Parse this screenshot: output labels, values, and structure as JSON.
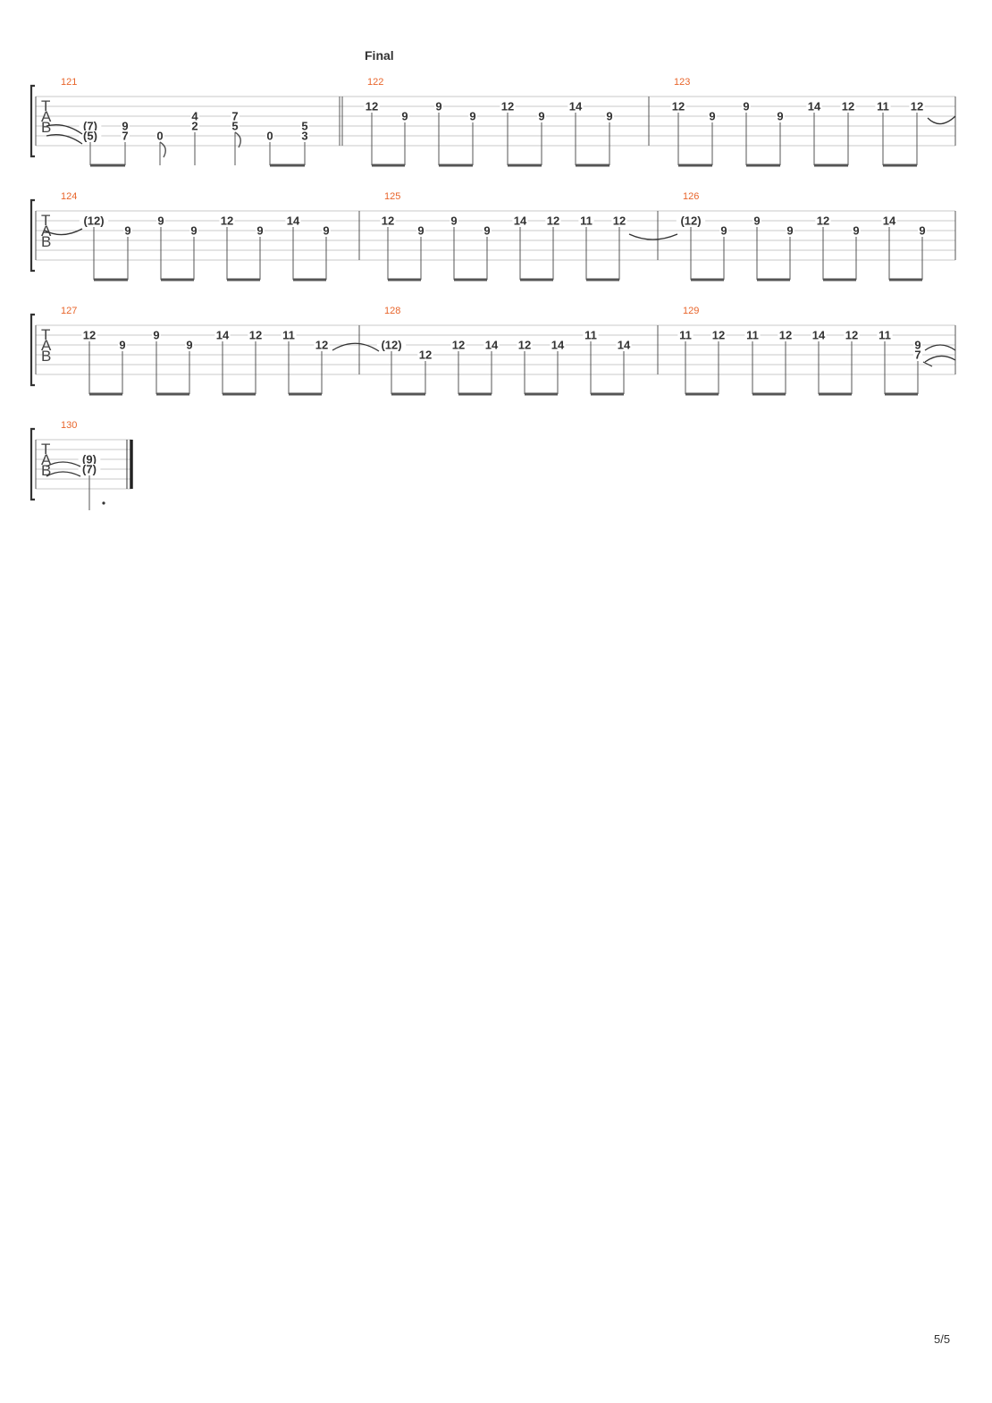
{
  "section_marker": "Final",
  "page_number": "5/5",
  "clef_letters": [
    "T",
    "A",
    "B"
  ],
  "measures": [
    {
      "number": "121",
      "notes": [
        {
          "frets": [
            [
              "(7)",
              3
            ],
            [
              "(5)",
              4
            ]
          ]
        },
        {
          "frets": [
            [
              "9",
              3
            ],
            [
              "7",
              4
            ]
          ]
        },
        {
          "frets": [
            [
              "0",
              4
            ]
          ],
          "flag": true
        },
        {
          "frets": [
            [
              "4",
              2
            ],
            [
              "2",
              3
            ]
          ]
        },
        {
          "frets": [
            [
              "7",
              2
            ],
            [
              "5",
              3
            ]
          ],
          "flag": true
        },
        {
          "frets": [
            [
              "0",
              4
            ]
          ]
        },
        {
          "frets": [
            [
              "5",
              3
            ],
            [
              "3",
              4
            ]
          ]
        }
      ]
    },
    {
      "number": "122",
      "notes": [
        {
          "frets": [
            [
              "12",
              1
            ]
          ]
        },
        {
          "frets": [
            [
              "9",
              2
            ]
          ]
        },
        {
          "frets": [
            [
              "9",
              1
            ]
          ]
        },
        {
          "frets": [
            [
              "9",
              2
            ]
          ]
        },
        {
          "frets": [
            [
              "12",
              1
            ]
          ]
        },
        {
          "frets": [
            [
              "9",
              2
            ]
          ]
        },
        {
          "frets": [
            [
              "14",
              1
            ]
          ]
        },
        {
          "frets": [
            [
              "9",
              2
            ]
          ]
        }
      ]
    },
    {
      "number": "123",
      "notes": [
        {
          "frets": [
            [
              "12",
              1
            ]
          ]
        },
        {
          "frets": [
            [
              "9",
              2
            ]
          ]
        },
        {
          "frets": [
            [
              "9",
              1
            ]
          ]
        },
        {
          "frets": [
            [
              "9",
              2
            ]
          ]
        },
        {
          "frets": [
            [
              "14",
              1
            ]
          ]
        },
        {
          "frets": [
            [
              "12",
              1
            ]
          ]
        },
        {
          "frets": [
            [
              "11",
              1
            ]
          ]
        },
        {
          "frets": [
            [
              "12",
              1
            ]
          ]
        }
      ]
    },
    {
      "number": "124",
      "notes": [
        {
          "frets": [
            [
              "(12)",
              1
            ]
          ]
        },
        {
          "frets": [
            [
              "9",
              2
            ]
          ]
        },
        {
          "frets": [
            [
              "9",
              1
            ]
          ]
        },
        {
          "frets": [
            [
              "9",
              2
            ]
          ]
        },
        {
          "frets": [
            [
              "12",
              1
            ]
          ]
        },
        {
          "frets": [
            [
              "9",
              2
            ]
          ]
        },
        {
          "frets": [
            [
              "14",
              1
            ]
          ]
        },
        {
          "frets": [
            [
              "9",
              2
            ]
          ]
        }
      ]
    },
    {
      "number": "125",
      "notes": [
        {
          "frets": [
            [
              "12",
              1
            ]
          ]
        },
        {
          "frets": [
            [
              "9",
              2
            ]
          ]
        },
        {
          "frets": [
            [
              "9",
              1
            ]
          ]
        },
        {
          "frets": [
            [
              "9",
              2
            ]
          ]
        },
        {
          "frets": [
            [
              "14",
              1
            ]
          ]
        },
        {
          "frets": [
            [
              "12",
              1
            ]
          ]
        },
        {
          "frets": [
            [
              "11",
              1
            ]
          ]
        },
        {
          "frets": [
            [
              "12",
              1
            ]
          ]
        }
      ]
    },
    {
      "number": "126",
      "notes": [
        {
          "frets": [
            [
              "(12)",
              1
            ]
          ]
        },
        {
          "frets": [
            [
              "9",
              2
            ]
          ]
        },
        {
          "frets": [
            [
              "9",
              1
            ]
          ]
        },
        {
          "frets": [
            [
              "9",
              2
            ]
          ]
        },
        {
          "frets": [
            [
              "12",
              1
            ]
          ]
        },
        {
          "frets": [
            [
              "9",
              2
            ]
          ]
        },
        {
          "frets": [
            [
              "14",
              1
            ]
          ]
        },
        {
          "frets": [
            [
              "9",
              2
            ]
          ]
        }
      ]
    },
    {
      "number": "127",
      "notes": [
        {
          "frets": [
            [
              "12",
              1
            ]
          ]
        },
        {
          "frets": [
            [
              "9",
              2
            ]
          ]
        },
        {
          "frets": [
            [
              "9",
              1
            ]
          ]
        },
        {
          "frets": [
            [
              "9",
              2
            ]
          ]
        },
        {
          "frets": [
            [
              "14",
              1
            ]
          ]
        },
        {
          "frets": [
            [
              "12",
              1
            ]
          ]
        },
        {
          "frets": [
            [
              "11",
              1
            ]
          ]
        },
        {
          "frets": [
            [
              "12",
              2
            ]
          ]
        }
      ]
    },
    {
      "number": "128",
      "notes": [
        {
          "frets": [
            [
              "(12)",
              2
            ]
          ]
        },
        {
          "frets": [
            [
              "12",
              3
            ]
          ]
        },
        {
          "frets": [
            [
              "12",
              2
            ]
          ]
        },
        {
          "frets": [
            [
              "14",
              2
            ]
          ]
        },
        {
          "frets": [
            [
              "12",
              2
            ]
          ]
        },
        {
          "frets": [
            [
              "14",
              2
            ]
          ]
        },
        {
          "frets": [
            [
              "11",
              1
            ]
          ]
        },
        {
          "frets": [
            [
              "14",
              2
            ]
          ]
        }
      ]
    },
    {
      "number": "129",
      "notes": [
        {
          "frets": [
            [
              "11",
              1
            ]
          ]
        },
        {
          "frets": [
            [
              "12",
              1
            ]
          ]
        },
        {
          "frets": [
            [
              "11",
              1
            ]
          ]
        },
        {
          "frets": [
            [
              "12",
              1
            ]
          ]
        },
        {
          "frets": [
            [
              "14",
              1
            ]
          ]
        },
        {
          "frets": [
            [
              "12",
              1
            ]
          ]
        },
        {
          "frets": [
            [
              "11",
              1
            ]
          ]
        },
        {
          "frets": [
            [
              "9",
              2
            ],
            [
              "7",
              3
            ]
          ]
        }
      ]
    },
    {
      "number": "130",
      "notes": [
        {
          "frets": [
            [
              "(9)",
              2
            ],
            [
              "(7)",
              3
            ]
          ]
        }
      ]
    }
  ]
}
